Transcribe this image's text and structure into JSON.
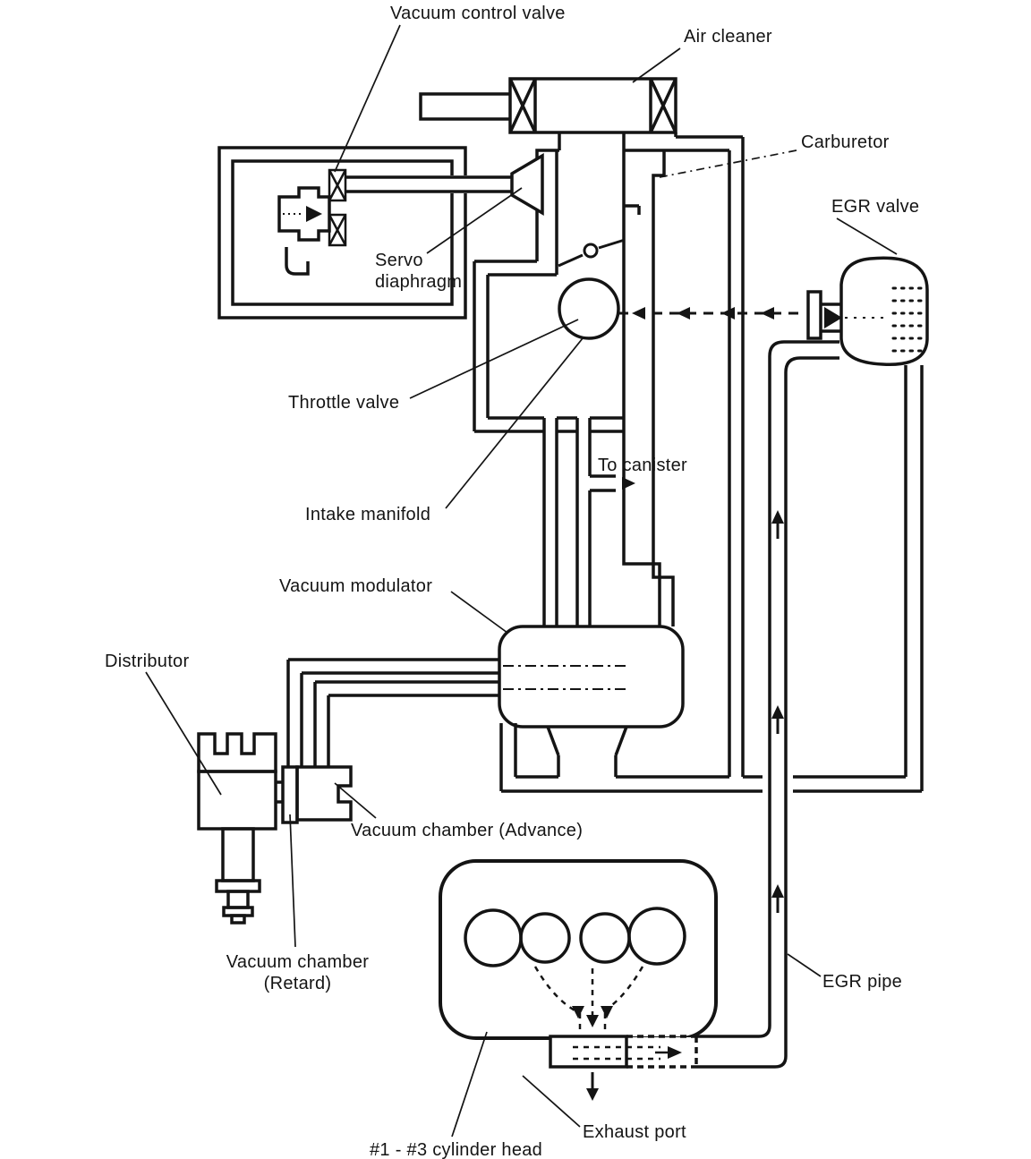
{
  "figure": {
    "type": "technical-line-diagram",
    "subject": "Engine vacuum control and EGR system schematic",
    "background_color": "#ffffff",
    "ink_color": "#141414"
  },
  "labels": {
    "vacuum_control_valve": "Vacuum control valve",
    "air_cleaner": "Air cleaner",
    "carburetor": "Carburetor",
    "egr_valve": "EGR valve",
    "servo_diaphragm_line1": "Servo",
    "servo_diaphragm_line2": "diaphragm",
    "throttle_valve": "Throttle valve",
    "to_canister": "To canister",
    "intake_manifold": "Intake manifold",
    "vacuum_modulator": "Vacuum modulator",
    "distributor": "Distributor",
    "vacuum_chamber_advance": "Vacuum chamber (Advance)",
    "vacuum_chamber_retard_line1": "Vacuum chamber",
    "vacuum_chamber_retard_line2": "(Retard)",
    "egr_pipe": "EGR pipe",
    "exhaust_port": "Exhaust port",
    "cylinder_head": "#1 - #3 cylinder head"
  }
}
